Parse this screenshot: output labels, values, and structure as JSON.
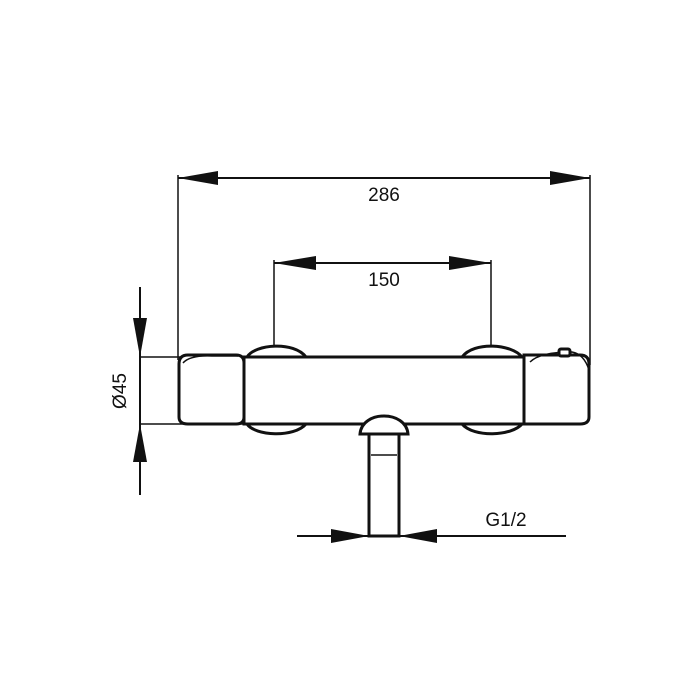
{
  "drawing": {
    "type": "technical dimension drawing",
    "line_color": "#111111",
    "background": "#ffffff"
  },
  "dimensions": {
    "overall_width": "286",
    "connection_spacing": "150",
    "body_diameter": "Ø45",
    "thread_size": "G1/2"
  }
}
